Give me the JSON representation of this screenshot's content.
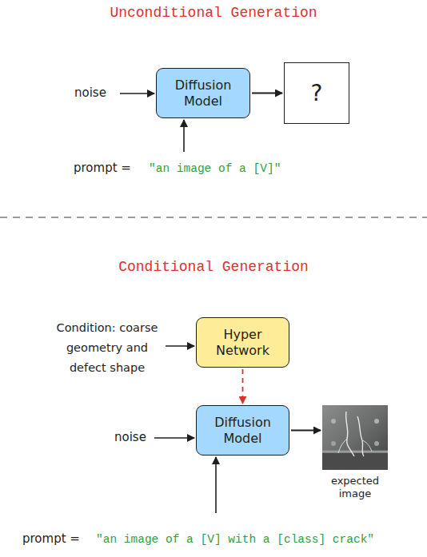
{
  "diagram": {
    "nodes": [
      {
        "text": [
          "Diffusion Model"
        ]
      },
      {
        "text": [
          "?"
        ]
      },
      {
        "text": [
          "Hyper Network"
        ]
      },
      {
        "text": [
          "Diffusion Model"
        ]
      },
      {
        "text": [
          "expected image"
        ]
      }
    ],
    "edges": [
      {
        "from": 0,
        "to": 1,
        "arrow": "to"
      },
      {
        "from": 2,
        "to": 3,
        "arrow": "to"
      },
      {
        "from": 3,
        "to": 4,
        "arrow": "to"
      }
    ],
    "labels": [
      "Unconditional Generation",
      "noise",
      "prompt =",
      "\"an image of a [V]\"",
      "Conditional Generation",
      "Condition: coarse geometry and defect shape",
      "noise",
      "prompt =",
      "\"an image of a [V] with a [class] crack\""
    ]
  }
}
